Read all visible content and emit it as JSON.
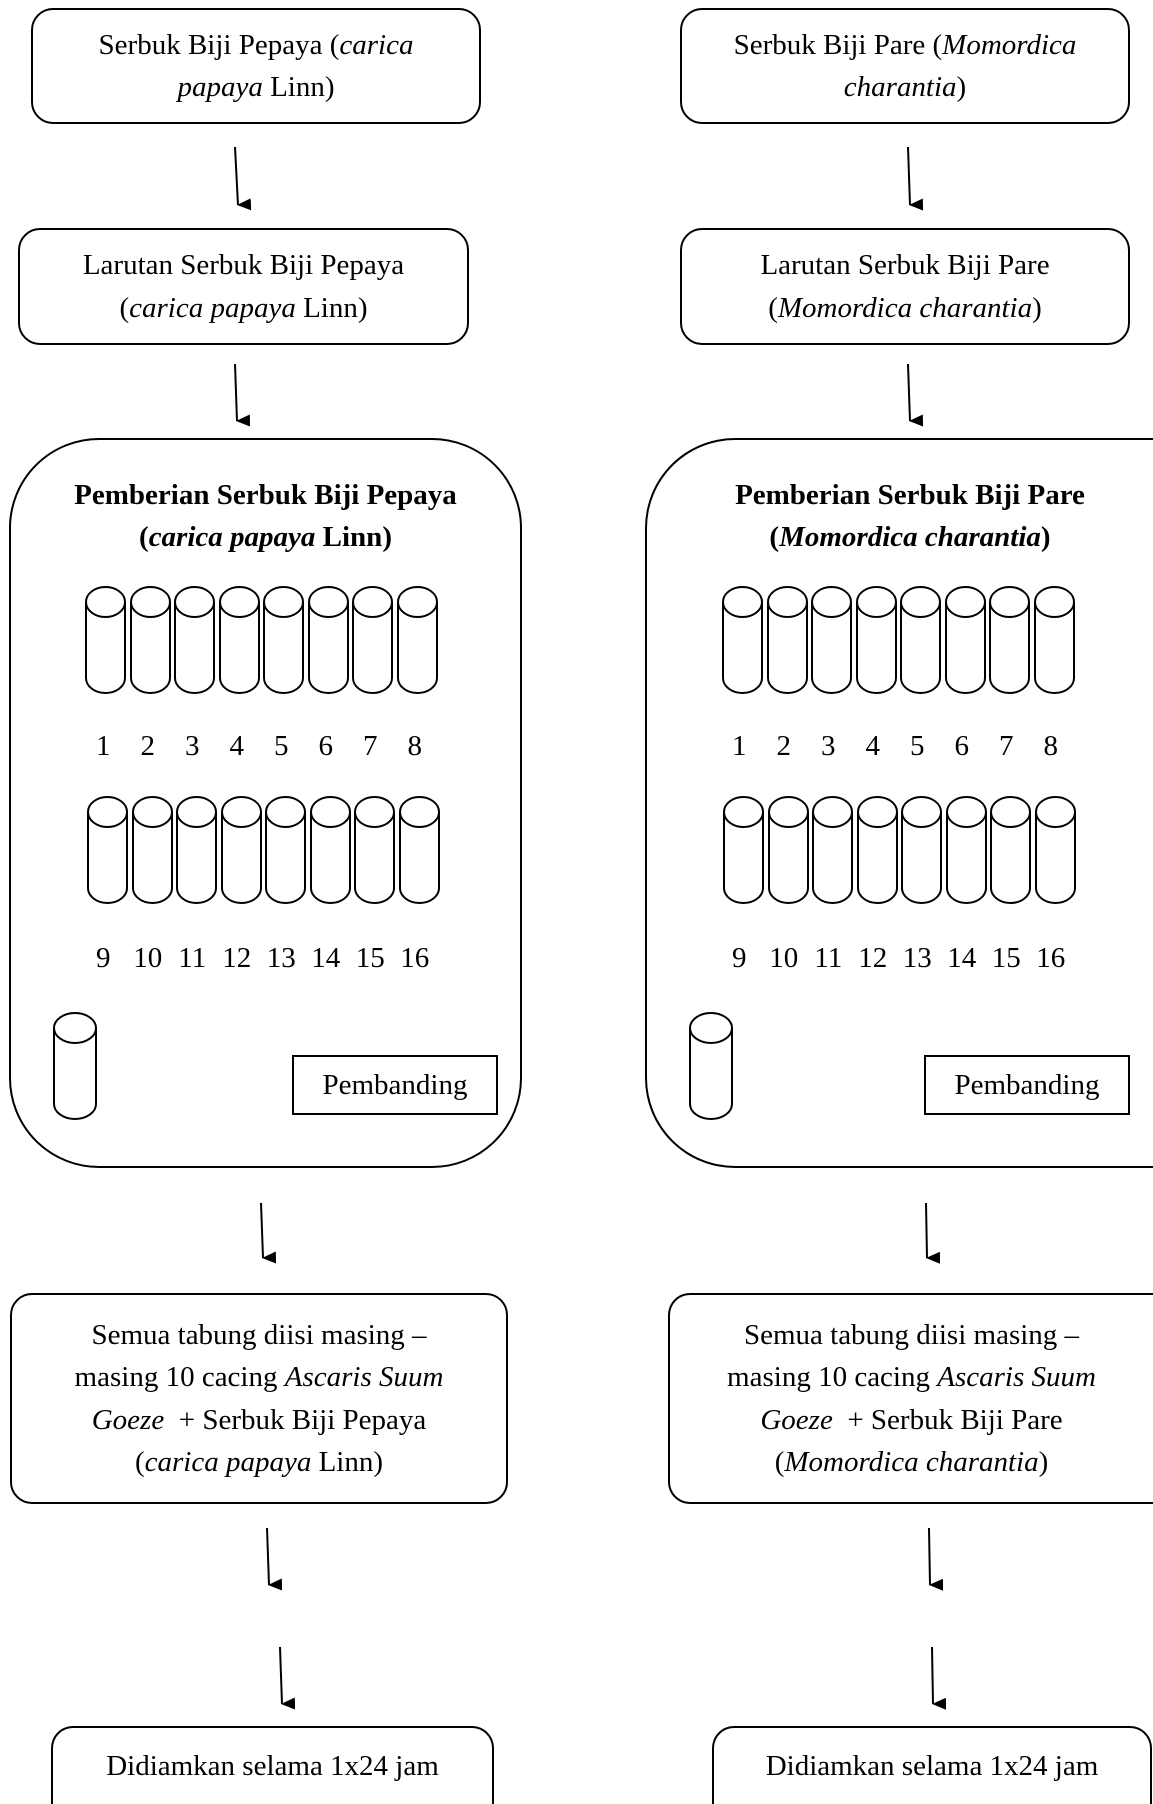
{
  "left": {
    "step1": {
      "line1a": "Serbuk Biji Pepaya (",
      "line1b": "carica",
      "line2a": "papaya",
      "line2b": " Linn)"
    },
    "step2": {
      "line1": "Larutan Serbuk Biji Pepaya",
      "line2a": "(",
      "line2b": "carica papaya",
      "line2c": " Linn)"
    },
    "group": {
      "title1": "Pemberian Serbuk Biji Pepaya",
      "title2a": "(",
      "title2b": "carica papaya",
      "title2c": " Linn)",
      "row1_numbers": [
        "1",
        "2",
        "3",
        "4",
        "5",
        "6",
        "7",
        "8"
      ],
      "row2_numbers": [
        "9",
        "10",
        "11",
        "12",
        "13",
        "14",
        "15",
        "16"
      ],
      "comparison_label": "Pembanding"
    },
    "step4": {
      "line1": "Semua tabung diisi masing –",
      "line2a": "masing 10 cacing ",
      "line2b": "Ascaris Suum",
      "line3a": "Goeze",
      "line3b": "  + Serbuk Biji Pepaya",
      "line4a": "(",
      "line4b": "carica papaya",
      "line4c": " Linn)"
    },
    "step5": {
      "label": "Didiamkan selama 1x24 jam"
    }
  },
  "right": {
    "step1": {
      "line1a": "Serbuk Biji Pare (",
      "line1b": "Momordica",
      "line2a": "charantia",
      "line2b": ")"
    },
    "step2": {
      "line1": "Larutan Serbuk Biji Pare",
      "line2a": "(",
      "line2b": "Momordica charantia",
      "line2c": ")"
    },
    "group": {
      "title1": "Pemberian Serbuk Biji Pare",
      "title2a": "(",
      "title2b": "Momordica charantia",
      "title2c": ")",
      "row1_numbers": [
        "1",
        "2",
        "3",
        "4",
        "5",
        "6",
        "7",
        "8"
      ],
      "row2_numbers": [
        "9",
        "10",
        "11",
        "12",
        "13",
        "14",
        "15",
        "16"
      ],
      "comparison_label": "Pembanding"
    },
    "step4": {
      "line1": "Semua tabung diisi masing –",
      "line2a": "masing 10 cacing ",
      "line2b": "Ascaris Suum",
      "line3a": "Goeze",
      "line3b": "  + Serbuk Biji Pare",
      "line4a": "(",
      "line4b": "Momordica charantia",
      "line4c": ")"
    },
    "step5": {
      "label": "Didiamkan selama 1x24 jam"
    }
  }
}
